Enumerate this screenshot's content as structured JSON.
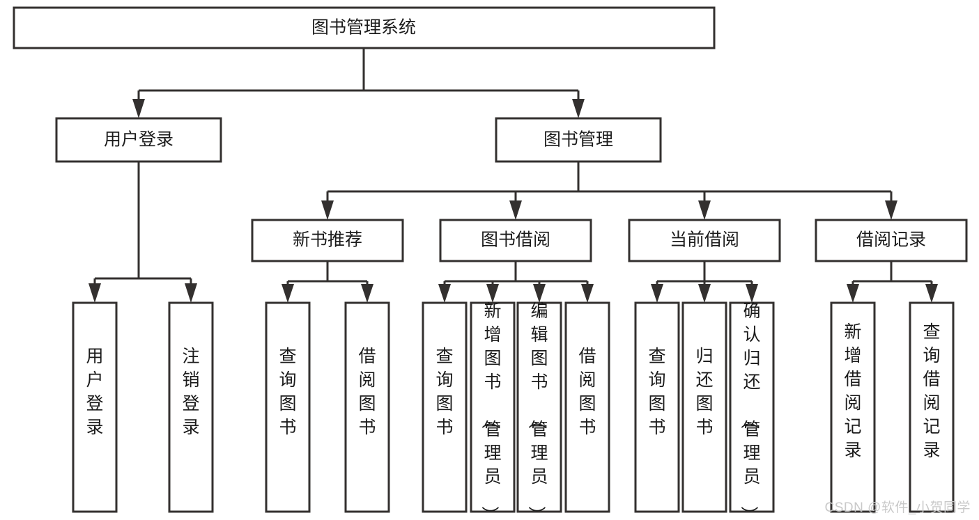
{
  "diagram": {
    "type": "tree-hierarchy-chart",
    "title": "图书管理系统",
    "watermark": "CSDN @软件_小贺同学",
    "colors": {
      "box_stroke": "#33302f",
      "box_fill": "#ffffff",
      "text": "#1b1b1b",
      "connector": "#33302f",
      "watermark": "#c9c9c9",
      "background": "#ffffff"
    },
    "levels": [
      {
        "level": 1,
        "nodes": [
          {
            "id": "root",
            "label": "图书管理系统",
            "orientation": "horizontal"
          }
        ]
      },
      {
        "level": 2,
        "nodes": [
          {
            "id": "login",
            "label": "用户登录",
            "orientation": "horizontal",
            "parent": "root"
          },
          {
            "id": "bookmgmt",
            "label": "图书管理",
            "orientation": "horizontal",
            "parent": "root"
          }
        ]
      },
      {
        "level": 3,
        "nodes": [
          {
            "id": "newbook",
            "label": "新书推荐",
            "orientation": "horizontal",
            "parent": "bookmgmt"
          },
          {
            "id": "borrow",
            "label": "图书借阅",
            "orientation": "horizontal",
            "parent": "bookmgmt"
          },
          {
            "id": "current",
            "label": "当前借阅",
            "orientation": "horizontal",
            "parent": "bookmgmt"
          },
          {
            "id": "records",
            "label": "借阅记录",
            "orientation": "horizontal",
            "parent": "bookmgmt"
          }
        ]
      },
      {
        "level": 4,
        "nodes": [
          {
            "id": "leaf-login-1",
            "label": "用户登录",
            "orientation": "vertical",
            "parent": "login"
          },
          {
            "id": "leaf-login-2",
            "label": "注销登录",
            "orientation": "vertical",
            "parent": "login"
          },
          {
            "id": "leaf-newbook-1",
            "label": "查询图书",
            "orientation": "vertical",
            "parent": "newbook"
          },
          {
            "id": "leaf-newbook-2",
            "label": "借阅图书",
            "orientation": "vertical",
            "parent": "newbook"
          },
          {
            "id": "leaf-borrow-1",
            "label": "查询图书",
            "orientation": "vertical",
            "parent": "borrow"
          },
          {
            "id": "leaf-borrow-2",
            "label": "新增图书（管理员）",
            "orientation": "vertical",
            "parent": "borrow"
          },
          {
            "id": "leaf-borrow-3",
            "label": "编辑图书（管理员）",
            "orientation": "vertical",
            "parent": "borrow"
          },
          {
            "id": "leaf-borrow-4",
            "label": "借阅图书",
            "orientation": "vertical",
            "parent": "borrow"
          },
          {
            "id": "leaf-current-1",
            "label": "查询图书",
            "orientation": "vertical",
            "parent": "current"
          },
          {
            "id": "leaf-current-2",
            "label": "归还图书",
            "orientation": "vertical",
            "parent": "current"
          },
          {
            "id": "leaf-current-3",
            "label": "确认归还（管理员）",
            "orientation": "vertical",
            "parent": "current"
          },
          {
            "id": "leaf-records-1",
            "label": "新增借阅记录",
            "orientation": "vertical",
            "parent": "records"
          },
          {
            "id": "leaf-records-2",
            "label": "查询借阅记录",
            "orientation": "vertical",
            "parent": "records"
          }
        ]
      }
    ]
  }
}
